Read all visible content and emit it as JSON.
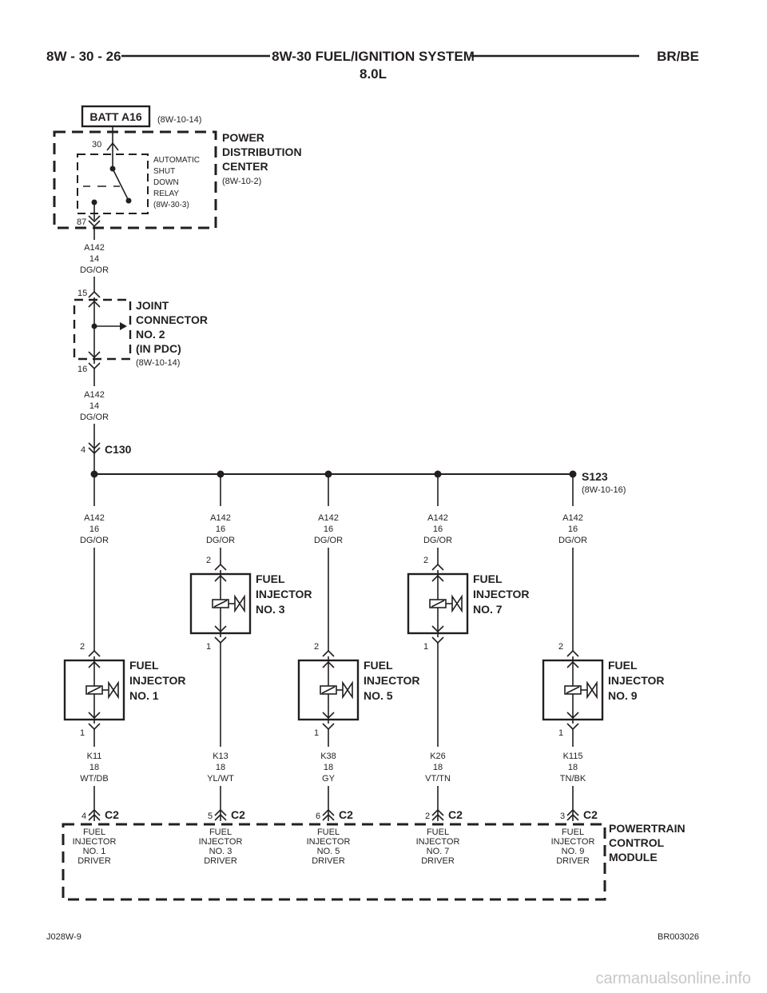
{
  "header": {
    "page": "8W - 30 - 26",
    "title": "8W-30 FUEL/IGNITION SYSTEM",
    "subtitle": "8.0L",
    "model": "BR/BE"
  },
  "batt": {
    "label": "BATT A16",
    "ref": "(8W-10-14)"
  },
  "pdc": {
    "line1": "POWER",
    "line2": "DISTRIBUTION",
    "line3": "CENTER",
    "ref": "(8W-10-2)",
    "relay": [
      "AUTOMATIC",
      "SHUT",
      "DOWN",
      "RELAY",
      "(8W-30-3)"
    ],
    "pin_in": "30",
    "pin_out": "87"
  },
  "wire_a": {
    "circuit": "A142",
    "gauge": "14",
    "color": "DG/OR"
  },
  "joint": {
    "line1": "JOINT",
    "line2": "CONNECTOR",
    "line3": "NO. 2",
    "line4": "(IN PDC)",
    "ref": "(8W-10-14)",
    "pin_in": "15",
    "pin_out": "16"
  },
  "wire_b": {
    "circuit": "A142",
    "gauge": "14",
    "color": "DG/OR"
  },
  "c130": {
    "label": "C130",
    "pin": "4"
  },
  "splice": {
    "label": "S123",
    "ref": "(8W-10-16)"
  },
  "branch_wire": {
    "circuit": "A142",
    "gauge": "16",
    "color": "DG/OR"
  },
  "injectors": [
    {
      "l1": "FUEL",
      "l2": "INJECTOR",
      "l3": "NO. 1",
      "pin_top": "2",
      "pin_bot": "1",
      "circuit": "K11",
      "gauge": "18",
      "color": "WT/DB",
      "c2_pin": "4",
      "c2": "C2",
      "drv": [
        "FUEL",
        "INJECTOR",
        "NO. 1",
        "DRIVER"
      ]
    },
    {
      "l1": "FUEL",
      "l2": "INJECTOR",
      "l3": "NO. 3",
      "pin_top": "2",
      "pin_bot": "1",
      "circuit": "K13",
      "gauge": "18",
      "color": "YL/WT",
      "c2_pin": "5",
      "c2": "C2",
      "drv": [
        "FUEL",
        "INJECTOR",
        "NO. 3",
        "DRIVER"
      ]
    },
    {
      "l1": "FUEL",
      "l2": "INJECTOR",
      "l3": "NO. 5",
      "pin_top": "2",
      "pin_bot": "1",
      "circuit": "K38",
      "gauge": "18",
      "color": "GY",
      "c2_pin": "6",
      "c2": "C2",
      "drv": [
        "FUEL",
        "INJECTOR",
        "NO. 5",
        "DRIVER"
      ]
    },
    {
      "l1": "FUEL",
      "l2": "INJECTOR",
      "l3": "NO. 7",
      "pin_top": "2",
      "pin_bot": "1",
      "circuit": "K26",
      "gauge": "18",
      "color": "VT/TN",
      "c2_pin": "2",
      "c2": "C2",
      "drv": [
        "FUEL",
        "INJECTOR",
        "NO. 7",
        "DRIVER"
      ]
    },
    {
      "l1": "FUEL",
      "l2": "INJECTOR",
      "l3": "NO. 9",
      "pin_top": "2",
      "pin_bot": "1",
      "circuit": "K115",
      "gauge": "18",
      "color": "TN/BK",
      "c2_pin": "3",
      "c2": "C2",
      "drv": [
        "FUEL",
        "INJECTOR",
        "NO. 9",
        "DRIVER"
      ]
    }
  ],
  "pcm": {
    "line1": "POWERTRAIN",
    "line2": "CONTROL",
    "line3": "MODULE"
  },
  "footer": {
    "left": "J028W-9",
    "right": "BR003026"
  },
  "watermark": "carmanualsonline.info"
}
